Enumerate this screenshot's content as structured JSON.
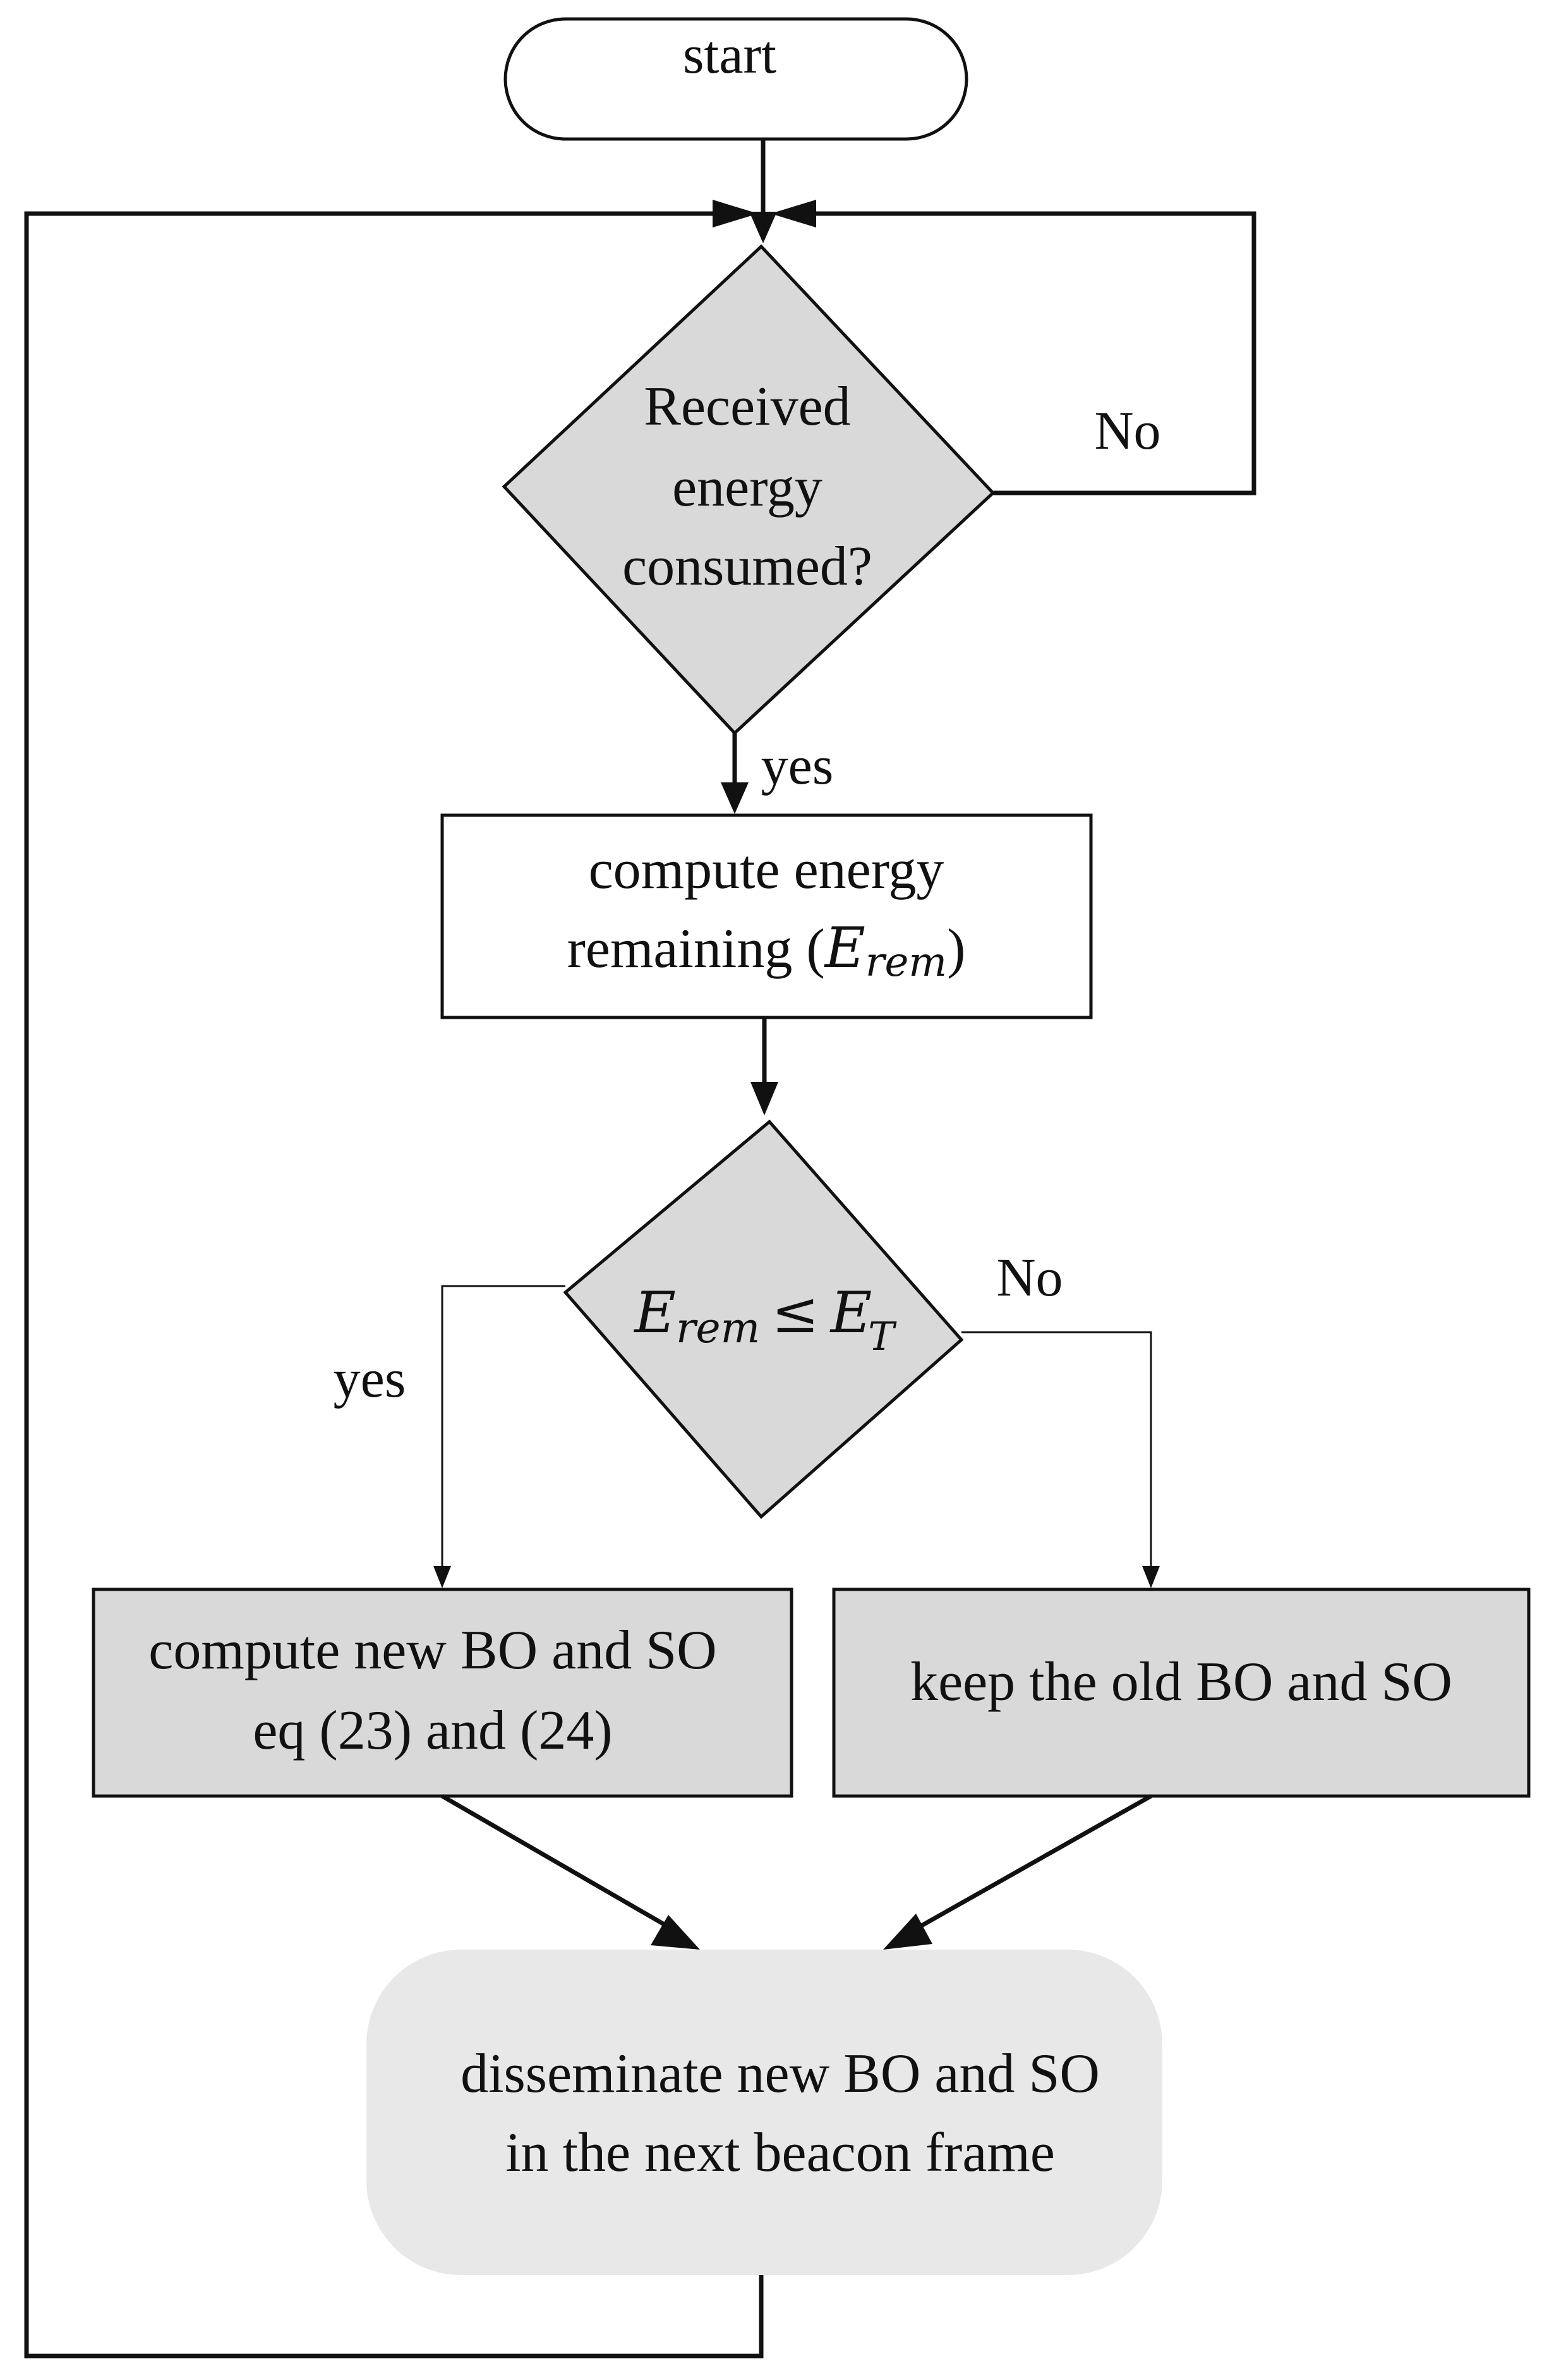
{
  "nodes": {
    "start": {
      "label": "start"
    },
    "received_energy": {
      "lines": [
        "Received",
        "energy",
        "consumed?"
      ]
    },
    "compute_energy": {
      "line1": "compute energy",
      "line2_prefix": "remaining (",
      "var_base": "E",
      "var_sub": "rem",
      "line2_suffix": ")"
    },
    "threshold": {
      "lhs_base": "E",
      "lhs_sub": "rem",
      "op": "≤",
      "rhs_base": "E",
      "rhs_sub": "T"
    },
    "compute_bo_so": {
      "lines": [
        "compute new BO and SO",
        "eq (23) and (24)"
      ]
    },
    "keep_bo_so": {
      "label": "keep the old BO and SO"
    },
    "disseminate": {
      "lines": [
        "disseminate new BO and SO",
        "in the next beacon frame"
      ]
    }
  },
  "edges": {
    "received_no": "No",
    "received_yes": "yes",
    "threshold_yes": "yes",
    "threshold_no": "No"
  },
  "colors": {
    "stroke": "#111111",
    "decision_fill": "#d9d9d9",
    "process_fill": "#d9d9d9",
    "terminal_fill": "#e8e8e8",
    "background": "#ffffff"
  }
}
